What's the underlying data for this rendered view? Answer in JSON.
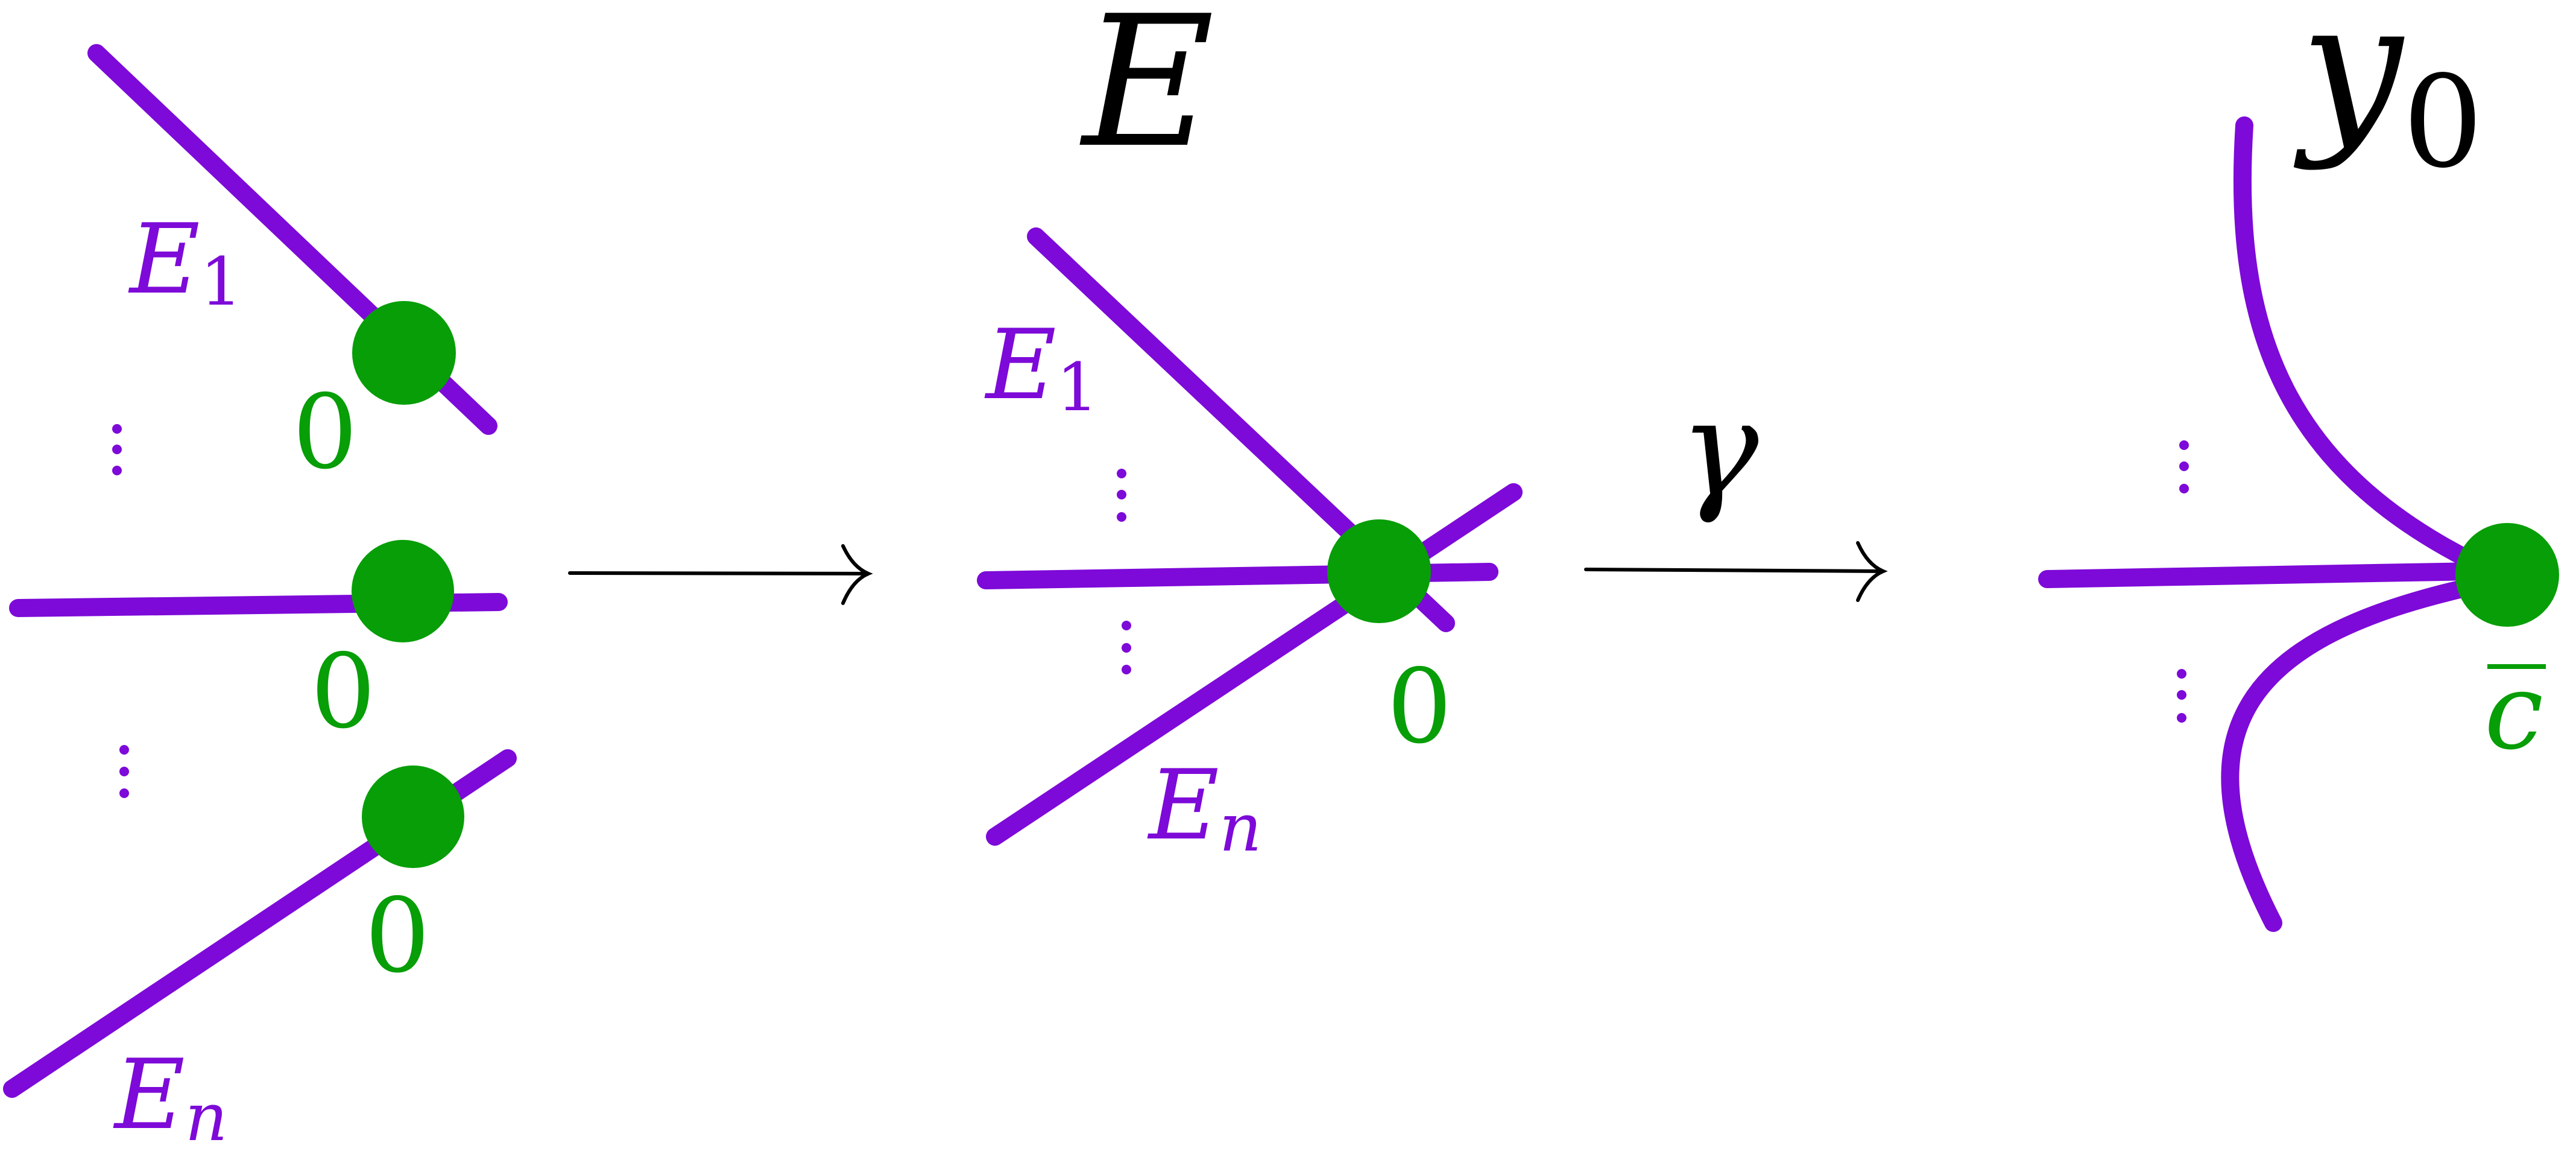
{
  "colors": {
    "curve": "#7d0ad8",
    "point": "#079e07",
    "arrow": "#000000"
  },
  "left": {
    "e1": {
      "base": "E",
      "sub": "1"
    },
    "en": {
      "base": "E",
      "sub": "n"
    },
    "point_top": "0",
    "point_mid": "0",
    "point_bottom": "0"
  },
  "middle": {
    "title": "E",
    "e1": {
      "base": "E",
      "sub": "1"
    },
    "en": {
      "base": "E",
      "sub": "n"
    },
    "point": "0"
  },
  "right": {
    "title": {
      "base": "y",
      "sub": "0"
    },
    "point": "c"
  },
  "arrows": {
    "first": "",
    "second": "γ"
  }
}
